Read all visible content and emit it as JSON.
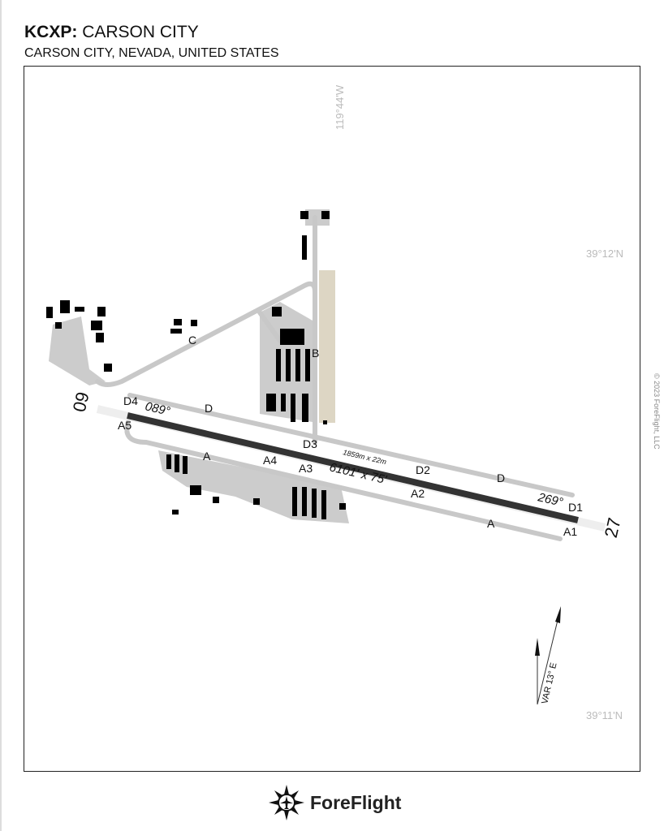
{
  "header": {
    "ident": "KCXP:",
    "name": "CARSON CITY",
    "location": "CARSON CITY, NEVADA, UNITED STATES"
  },
  "coordinates": {
    "lon": "119°44'W",
    "lat_top": "39°12'N",
    "lat_bottom": "39°11'N"
  },
  "copyright": "© 2023 ForeFlight, LLC",
  "runway": {
    "end_west": "09",
    "end_east": "27",
    "heading_west": "089°",
    "heading_east": "269°",
    "length_ft": "6101' x 75'",
    "length_m": "1859m x 22m"
  },
  "taxiways": {
    "A": "A",
    "A1": "A1",
    "A2": "A2",
    "A3": "A3",
    "A4": "A4",
    "A5": "A5",
    "B": "B",
    "C": "C",
    "D": "D",
    "D1": "D1",
    "D2": "D2",
    "D3": "D3",
    "D4": "D4"
  },
  "variation": "VAR 13° E",
  "brand": "ForeFlight"
}
